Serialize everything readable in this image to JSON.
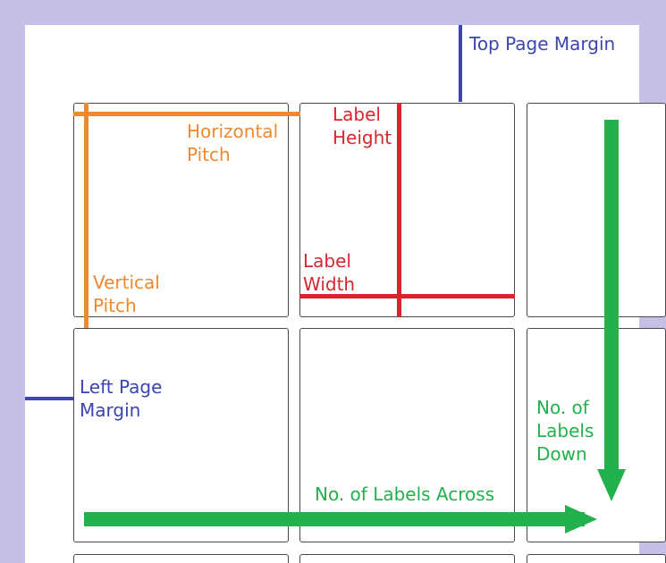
{
  "colors": {
    "background": "#c7c0e6",
    "paper": "#ffffff",
    "cell_border": "#4a4a4a",
    "orange": "#f0892e",
    "red": "#d7262e",
    "blue": "#3b44b0",
    "green": "#22b14c"
  },
  "labels": {
    "top_page_margin": "Top Page Margin",
    "horizontal_pitch": "Horizontal\nPitch",
    "label_height": "Label\nHeight",
    "vertical_pitch": "Vertical\nPitch",
    "label_width": "Label\nWidth",
    "left_page_margin": "Left Page\nMargin",
    "labels_down": "No. of\nLabels\nDown",
    "labels_across": "No. of Labels Across"
  }
}
